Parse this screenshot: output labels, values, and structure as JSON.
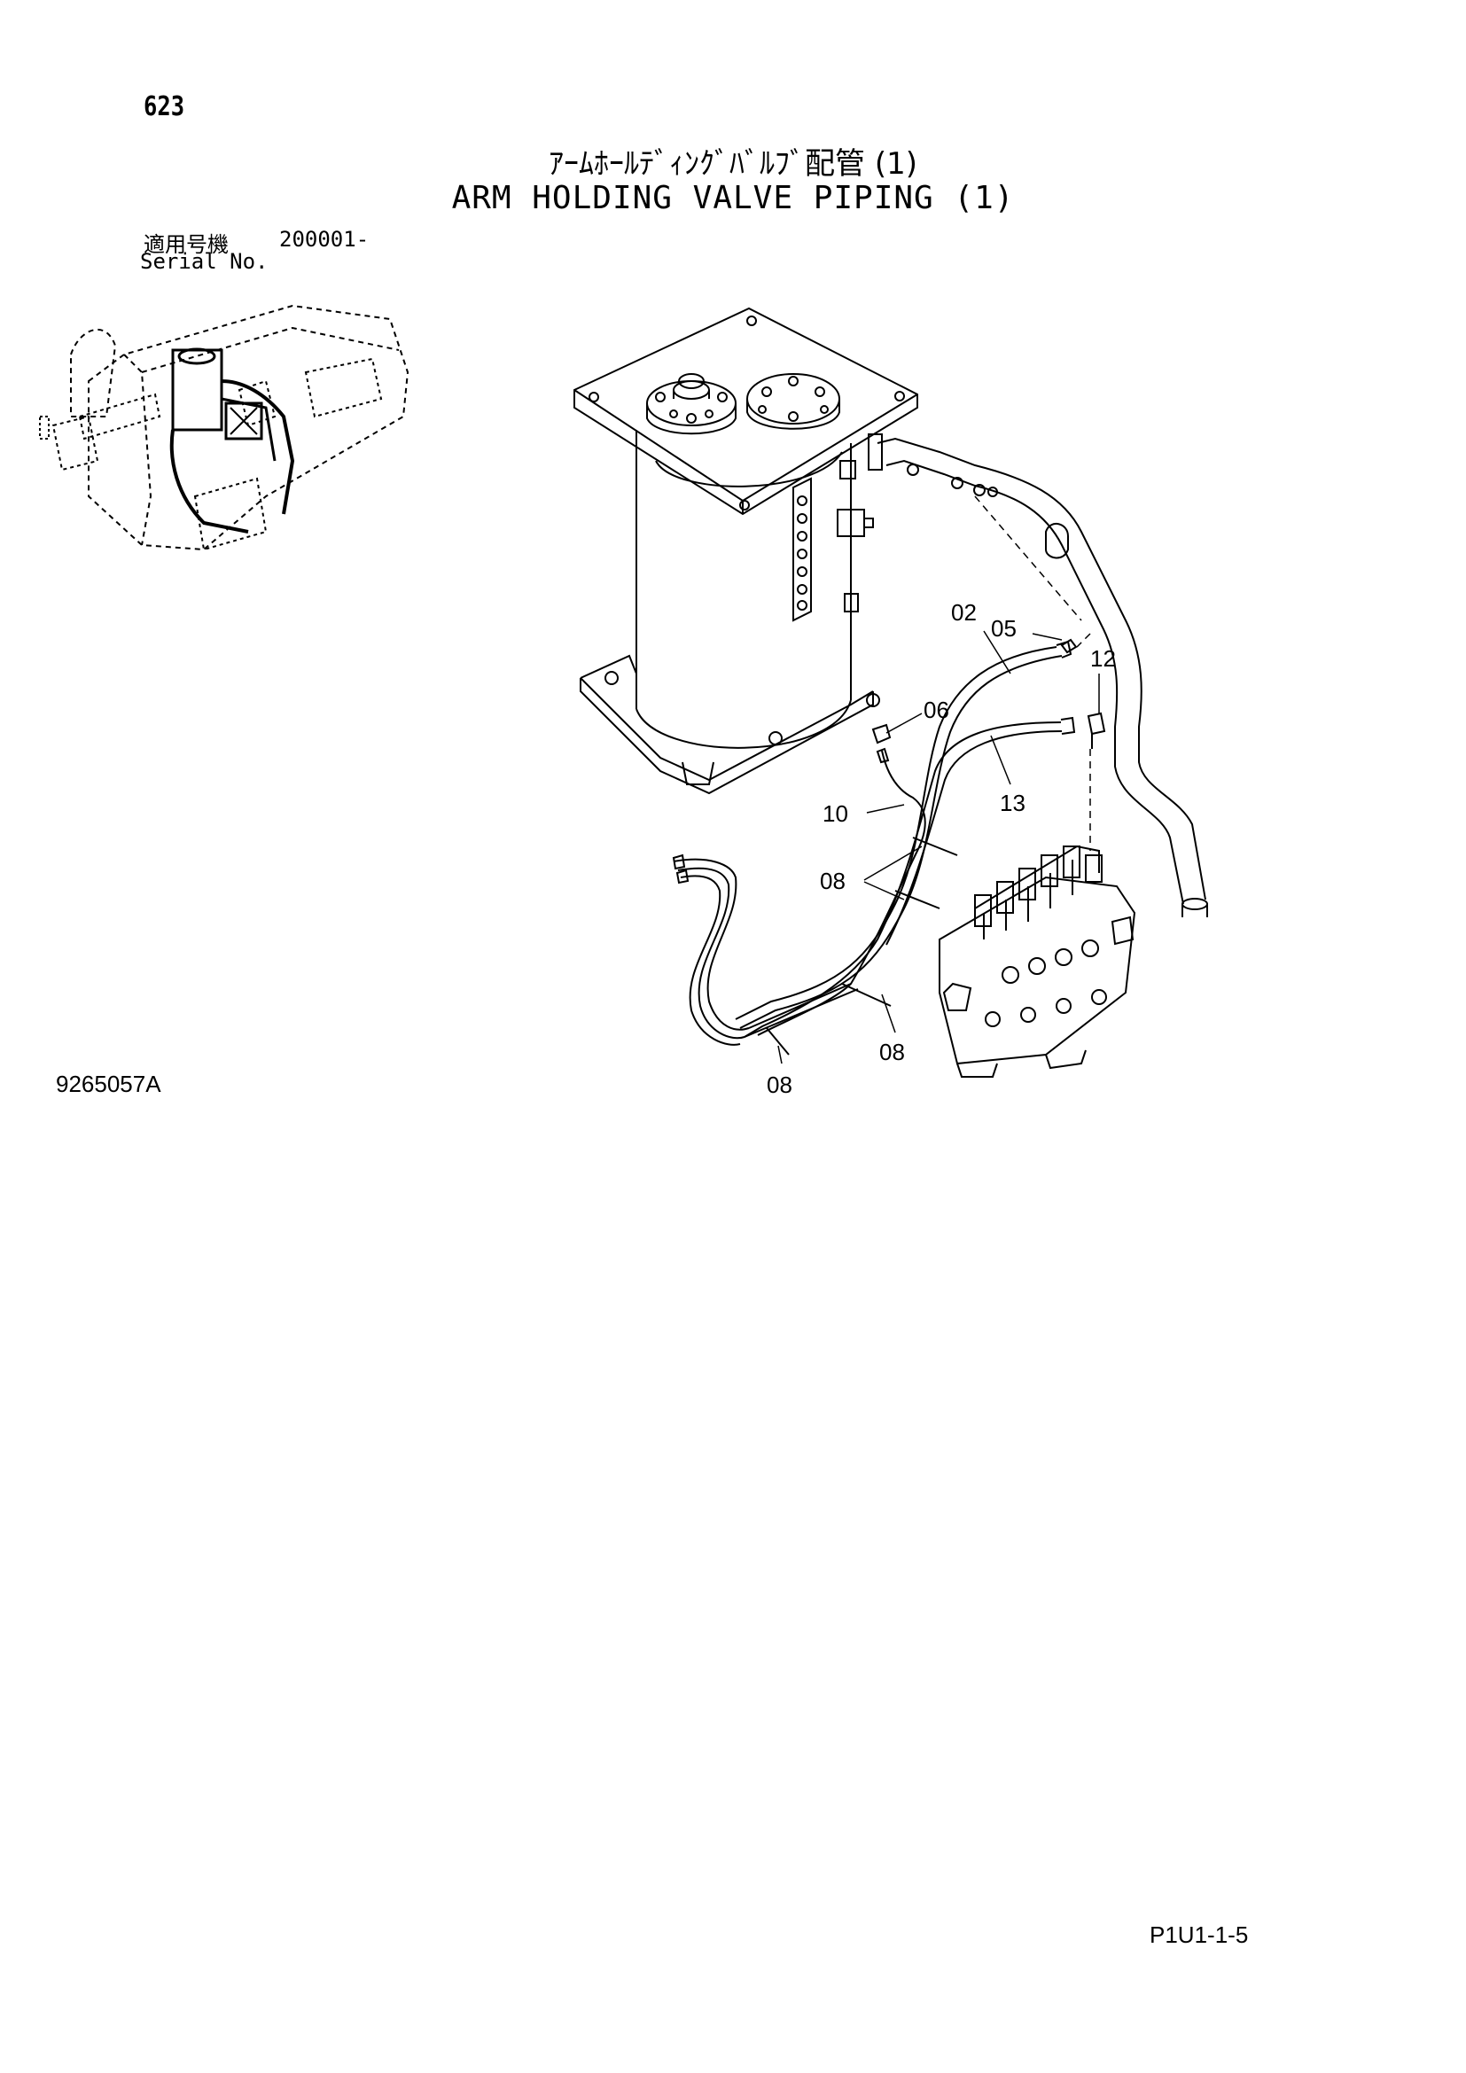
{
  "page_number": "623",
  "title_jp": "ｱｰﾑﾎｰﾙﾃﾞｨﾝｸﾞﾊﾞﾙﾌﾞ配管 (1)",
  "title_en": "ARM HOLDING VALVE PIPING (1)",
  "serial": {
    "label_jp": "適用号機",
    "value": "200001-",
    "label_en": "Serial No."
  },
  "callouts": {
    "c02": "02",
    "c05": "05",
    "c06": "06",
    "c08a": "08",
    "c08b": "08",
    "c08c": "08",
    "c10": "10",
    "c12": "12",
    "c13": "13"
  },
  "drawing_number": "9265057A",
  "page_code": "P1U1-1-5"
}
